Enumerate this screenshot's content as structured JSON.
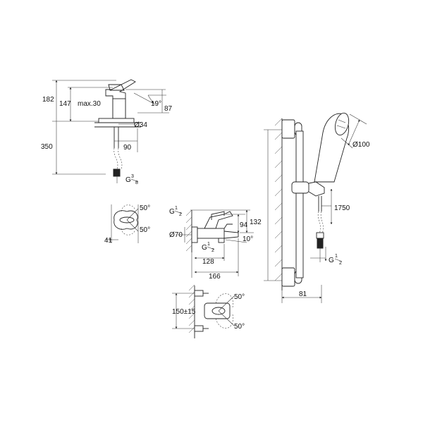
{
  "basin_mixer": {
    "dim_182": "182",
    "dim_147": "147",
    "dim_max30": "max.30",
    "dim_19deg": "19°",
    "dim_87": "87",
    "dim_d34": "Ø34",
    "dim_350": "350",
    "dim_90": "90",
    "thread_g": "G",
    "thread_num": "3",
    "thread_den": "8"
  },
  "basin_top": {
    "dim_50a": "50°",
    "dim_50b": "50°",
    "dim_41": "41"
  },
  "bath_mixer": {
    "thread_g_top": "G",
    "thread_num_top": "1",
    "thread_den_top": "2",
    "dim_132": "132",
    "dim_94": "94",
    "dim_d70": "Ø70",
    "thread_g_bottom": "G",
    "thread_num_bottom": "1",
    "thread_den_bottom": "2",
    "dim_10deg": "10°",
    "dim_128": "128",
    "dim_166": "166"
  },
  "bath_top": {
    "dim_50a": "50°",
    "dim_150": "150±15",
    "dim_50b": "50°"
  },
  "shower_set": {
    "dim_d100": "Ø100",
    "dim_1750": "1750",
    "thread_g": "G",
    "thread_num": "1",
    "thread_den": "2",
    "dim_81": "81"
  }
}
